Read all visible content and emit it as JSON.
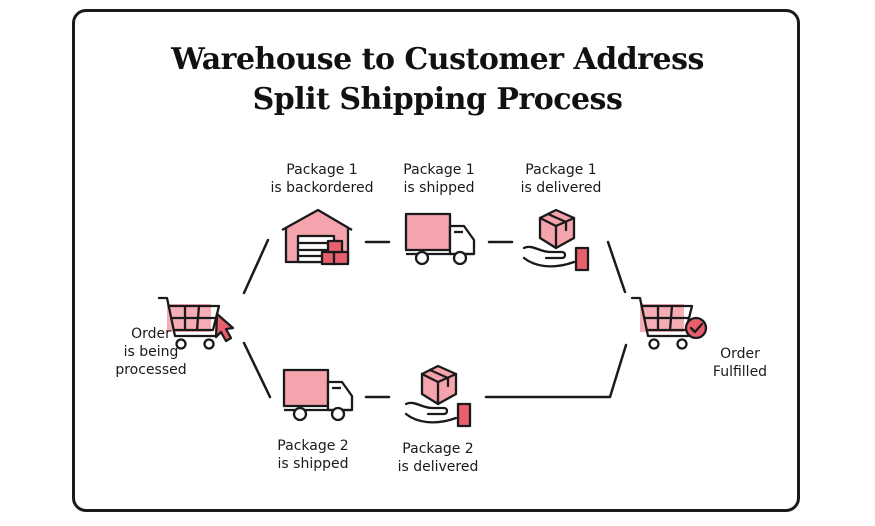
{
  "title": {
    "line1": "Warehouse to Customer Address",
    "line2": "Split Shipping Process"
  },
  "nodes": {
    "order_processing": {
      "line1": "Order",
      "line2": "is being",
      "line3": "processed",
      "icon": "cart-cursor-icon"
    },
    "pkg1_backordered": {
      "line1": "Package 1",
      "line2": "is backordered",
      "icon": "warehouse-icon"
    },
    "pkg1_shipped": {
      "line1": "Package 1",
      "line2": "is shipped",
      "icon": "truck-icon"
    },
    "pkg1_delivered": {
      "line1": "Package 1",
      "line2": "is delivered",
      "icon": "hand-box-icon"
    },
    "pkg2_shipped": {
      "line1": "Package 2",
      "line2": "is shipped",
      "icon": "truck-icon"
    },
    "pkg2_delivered": {
      "line1": "Package 2",
      "line2": "is delivered",
      "icon": "hand-box-icon"
    },
    "order_fulfilled": {
      "line1": "Order",
      "line2": "Fulfilled",
      "icon": "cart-check-icon"
    }
  },
  "colors": {
    "accent": "#f5a3ad",
    "accent_dark": "#e8606e",
    "ink": "#1a1a1a"
  }
}
